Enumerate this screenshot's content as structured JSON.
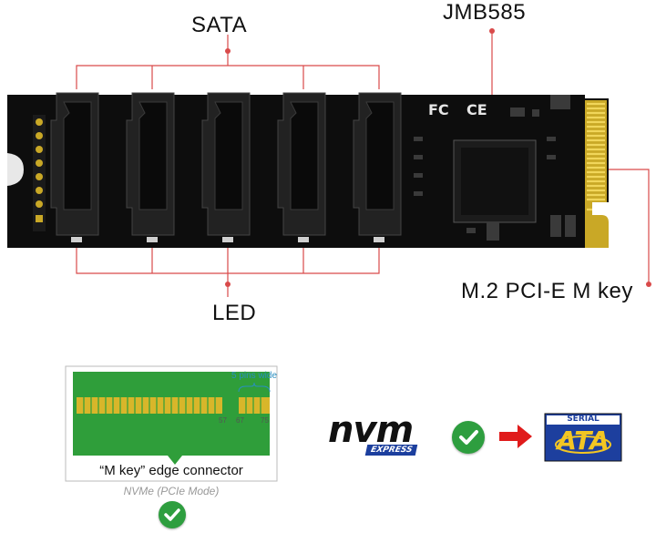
{
  "labels": {
    "sata": "SATA",
    "jmb": "JMB585",
    "led": "LED",
    "m2": "M.2 PCI-E M key"
  },
  "connector_diagram": {
    "pins_note": "5 pins wide",
    "pin_57": "57",
    "pin_67": "67",
    "pin_75": "75",
    "caption": "“M key” edge connector",
    "mode": "NVMe (PCIe Mode)"
  },
  "logos": {
    "nvm_text": "nvm",
    "express_text": "EXPRESS",
    "serial_text": "SERIAL",
    "ata_text": "ATA"
  },
  "icons": {
    "check": "checkmark-icon",
    "arrow": "red-arrow-icon"
  },
  "colors": {
    "pcb": "#0d0d0d",
    "callout_line": "#d94a4a",
    "gold": "#d8b62a",
    "pcb_diagram": "#2f9e3a",
    "check": "#2e9e3f"
  }
}
